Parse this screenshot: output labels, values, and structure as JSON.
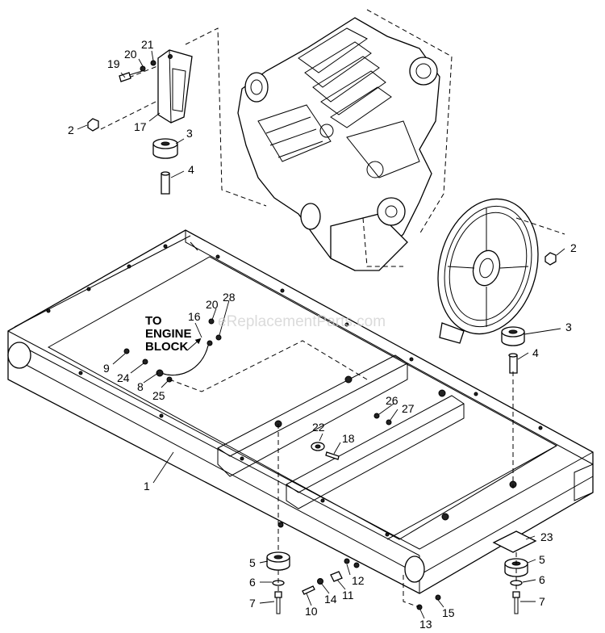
{
  "watermark": "eReplacementParts.com",
  "callout_text": {
    "line1": "TO",
    "line2": "ENGINE",
    "line3": "BLOCK"
  },
  "labels": {
    "l1": "1",
    "l2a": "2",
    "l2b": "2",
    "l3a": "3",
    "l3b": "3",
    "l4a": "4",
    "l4b": "4",
    "l5a": "5",
    "l5b": "5",
    "l6a": "6",
    "l6b": "6",
    "l7a": "7",
    "l7b": "7",
    "l8": "8",
    "l9": "9",
    "l10": "10",
    "l11": "11",
    "l12": "12",
    "l13": "13",
    "l14": "14",
    "l15": "15",
    "l16": "16",
    "l17": "17",
    "l18": "18",
    "l19": "19",
    "l20a": "20",
    "l20b": "20",
    "l21": "21",
    "l22": "22",
    "l23": "23",
    "l24": "24",
    "l25": "25",
    "l26": "26",
    "l27": "27",
    "l28": "28"
  }
}
